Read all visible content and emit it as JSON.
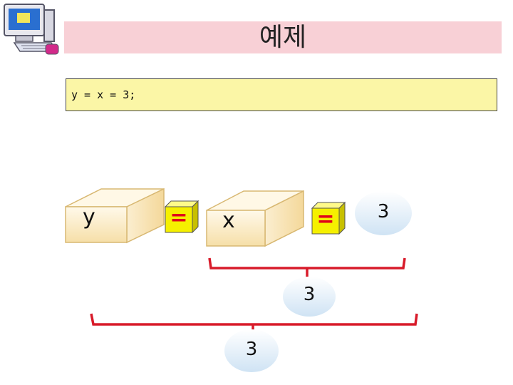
{
  "slide": {
    "title": "예제",
    "code": "y = x = 3;"
  },
  "diagram": {
    "var_y": "y",
    "var_x": "x",
    "eq1": "=",
    "eq2": "=",
    "literal": "3",
    "result_inner": "3",
    "result_outer": "3"
  },
  "colors": {
    "title_bar": "#f8d0d6",
    "code_box": "#fbf6a6",
    "bracket": "#d81b2a",
    "equals_cube": "#f5f000",
    "ellipse": "#dbeaf6"
  },
  "icons": {
    "clipart": "computer-clipart-icon"
  }
}
